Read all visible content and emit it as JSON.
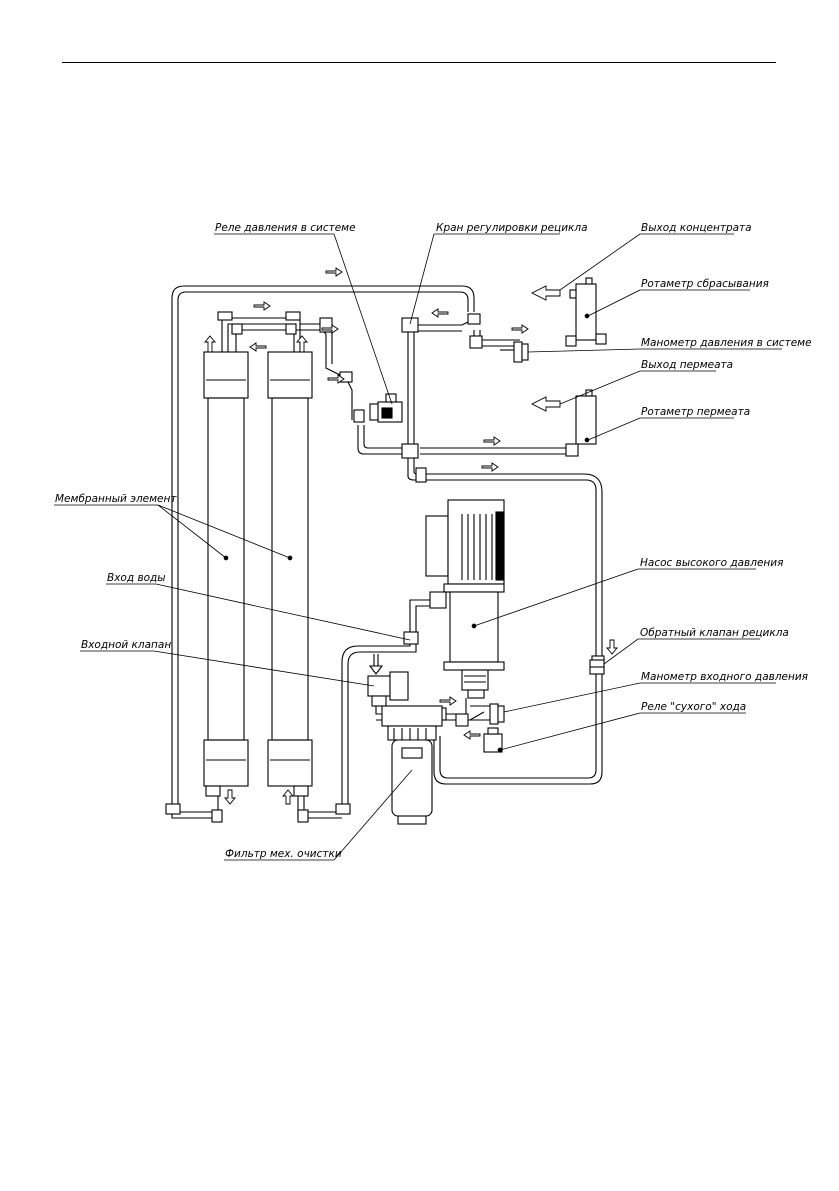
{
  "diagram": {
    "labels": {
      "pressure_relay": "Реле давления в системе",
      "recycle_valve": "Кран регулировки рецикла",
      "concentrate_outlet": "Выход концентрата",
      "discharge_rotameter": "Ротаметр сбрасывания",
      "system_pressure_gauge": "Манометр давления в системе",
      "permeate_outlet": "Выход пермеата",
      "permeate_rotameter": "Ротаметр пермеата",
      "membrane_element": "Мембранный элемент",
      "high_pressure_pump": "Насос высокого давления",
      "water_inlet": "Вход воды",
      "recycle_check_valve": "Обратный клапан рецикла",
      "inlet_valve": "Входной клапан",
      "inlet_pressure_gauge": "Манометр входного давления",
      "dry_run_relay": "Реле \"сухого\" хода",
      "prefilter": "Фильтр мех. очистки"
    }
  }
}
